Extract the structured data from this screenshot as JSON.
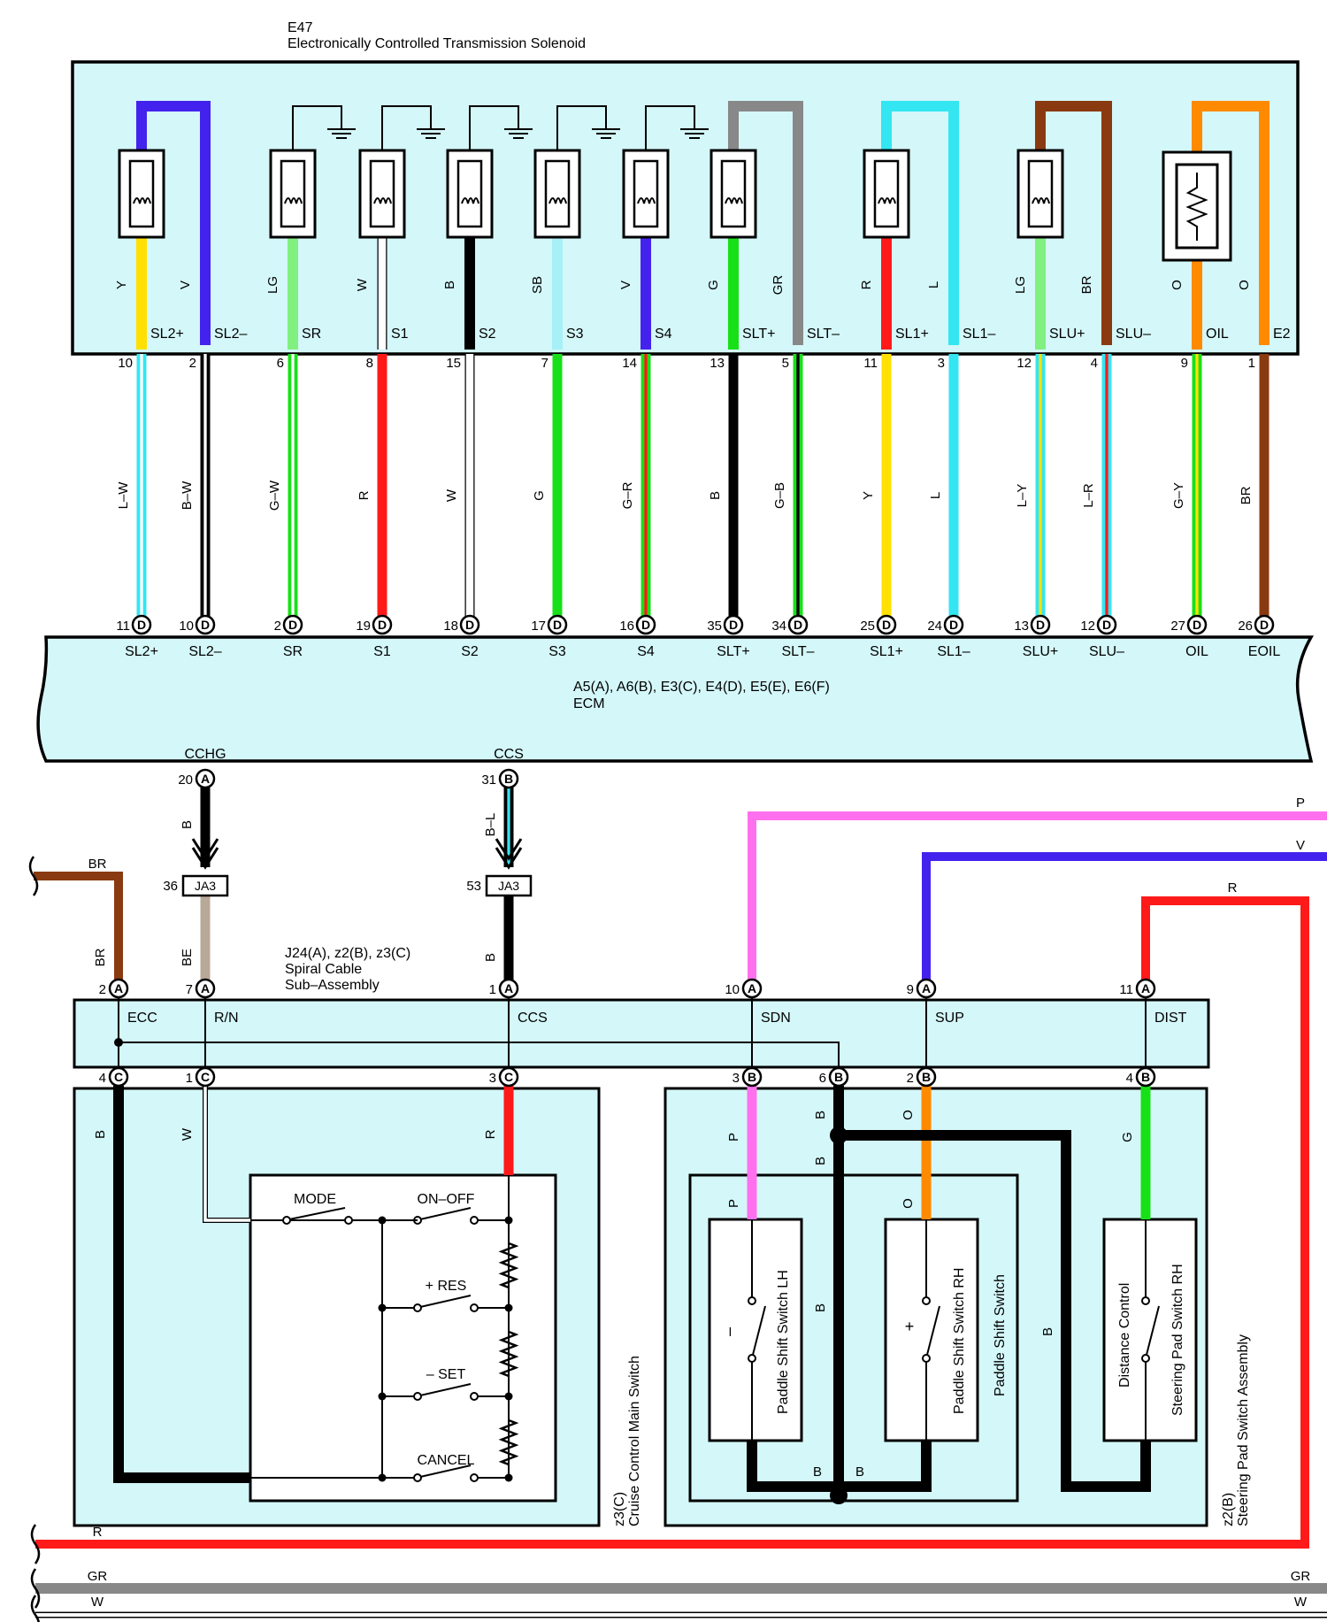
{
  "solenoid": {
    "code": "E47",
    "name": "Electronically Controlled Transmission Solenoid",
    "terminals": [
      {
        "name": "SL2+",
        "pin": "10",
        "inner_color": "Y",
        "wire": "L–W",
        "ecm_pin": "11",
        "ecm_conn": "D",
        "ecm_name": "SL2+"
      },
      {
        "name": "SL2–",
        "pin": "2",
        "inner_color": "V",
        "wire": "B–W",
        "ecm_pin": "10",
        "ecm_conn": "D",
        "ecm_name": "SL2–"
      },
      {
        "name": "SR",
        "pin": "6",
        "inner_color": "LG",
        "wire": "G–W",
        "ecm_pin": "2",
        "ecm_conn": "D",
        "ecm_name": "SR"
      },
      {
        "name": "S1",
        "pin": "8",
        "inner_color": "W",
        "wire": "R",
        "ecm_pin": "19",
        "ecm_conn": "D",
        "ecm_name": "S1"
      },
      {
        "name": "S2",
        "pin": "15",
        "inner_color": "B",
        "wire": "W",
        "ecm_pin": "18",
        "ecm_conn": "D",
        "ecm_name": "S2"
      },
      {
        "name": "S3",
        "pin": "7",
        "inner_color": "SB",
        "wire": "G",
        "ecm_pin": "17",
        "ecm_conn": "D",
        "ecm_name": "S3"
      },
      {
        "name": "S4",
        "pin": "14",
        "inner_color": "V",
        "wire": "G–R",
        "ecm_pin": "16",
        "ecm_conn": "D",
        "ecm_name": "S4"
      },
      {
        "name": "SLT+",
        "pin": "13",
        "inner_color": "G",
        "wire": "B",
        "ecm_pin": "35",
        "ecm_conn": "D",
        "ecm_name": "SLT+"
      },
      {
        "name": "SLT–",
        "pin": "5",
        "inner_color": "GR",
        "wire": "G–B",
        "ecm_pin": "34",
        "ecm_conn": "D",
        "ecm_name": "SLT–"
      },
      {
        "name": "SL1+",
        "pin": "11",
        "inner_color": "R",
        "wire": "Y",
        "ecm_pin": "25",
        "ecm_conn": "D",
        "ecm_name": "SL1+"
      },
      {
        "name": "SL1–",
        "pin": "3",
        "inner_color": "L",
        "wire": "L",
        "ecm_pin": "24",
        "ecm_conn": "D",
        "ecm_name": "SL1–"
      },
      {
        "name": "SLU+",
        "pin": "12",
        "inner_color": "LG",
        "wire": "L–Y",
        "ecm_pin": "13",
        "ecm_conn": "D",
        "ecm_name": "SLU+"
      },
      {
        "name": "SLU–",
        "pin": "4",
        "inner_color": "BR",
        "wire": "L–R",
        "ecm_pin": "12",
        "ecm_conn": "D",
        "ecm_name": "SLU–"
      },
      {
        "name": "OIL",
        "pin": "9",
        "inner_color": "O",
        "wire": "G–Y",
        "ecm_pin": "27",
        "ecm_conn": "D",
        "ecm_name": "OIL"
      },
      {
        "name": "E2",
        "pin": "1",
        "inner_color": "O",
        "wire": "BR",
        "ecm_pin": "26",
        "ecm_conn": "D",
        "ecm_name": "EOIL"
      }
    ]
  },
  "ecm": {
    "connectors": "A5(A), A6(B), E3(C), E4(D), E5(E), E6(F)",
    "name": "ECM",
    "cchg": {
      "label": "CCHG",
      "pin": "20",
      "conn": "A",
      "wire": "B"
    },
    "ccs": {
      "label": "CCS",
      "pin": "31",
      "conn": "B",
      "wire": "B–L"
    }
  },
  "junction": {
    "label": "JA3",
    "pin_left": "36",
    "pin_right": "53"
  },
  "spiral": {
    "connectors": "J24(A), z2(B), z3(C)",
    "name_line1": "Spiral Cable",
    "name_line2": "Sub–Assembly",
    "top_terminals": [
      {
        "name": "ECC",
        "pin": "2",
        "conn": "A",
        "wire": "BR"
      },
      {
        "name": "R/N",
        "pin": "7",
        "conn": "A",
        "wire": "BE"
      },
      {
        "name": "CCS",
        "pin": "1",
        "conn": "A",
        "wire": "B"
      },
      {
        "name": "SDN",
        "pin": "10",
        "conn": "A",
        "wire": "P"
      },
      {
        "name": "SUP",
        "pin": "9",
        "conn": "A",
        "wire": "V"
      },
      {
        "name": "DIST",
        "pin": "11",
        "conn": "A",
        "wire": "R"
      }
    ],
    "bottom_terminals": [
      {
        "pin": "4",
        "conn": "C",
        "wire": "B"
      },
      {
        "pin": "1",
        "conn": "C",
        "wire": "W"
      },
      {
        "pin": "3",
        "conn": "C",
        "wire": "R"
      },
      {
        "pin": "3",
        "conn": "B",
        "wire": "P"
      },
      {
        "pin": "6",
        "conn": "B",
        "wire": "B"
      },
      {
        "pin": "2",
        "conn": "B",
        "wire": "O"
      },
      {
        "pin": "4",
        "conn": "B",
        "wire": "G"
      }
    ]
  },
  "cruise_switch": {
    "code": "z3(C)",
    "name": "Cruise Control Main Switch",
    "switches": [
      "MODE",
      "ON–OFF",
      "+ RES",
      "– SET",
      "CANCEL"
    ]
  },
  "steering_pad": {
    "code": "z2(B)",
    "name": "Steering Pad Switch Assembly",
    "paddle_group": "Paddle Shift Switch",
    "lh_name": "Paddle Shift Switch LH",
    "lh_sign": "–",
    "rh_name": "Paddle Shift Switch RH",
    "rh_sign": "+",
    "dist_line1": "Distance Control",
    "dist_line2": "Steering Pad Switch RH",
    "wire_labels": [
      "P",
      "O",
      "B",
      "B",
      "B",
      "B",
      "B",
      "B"
    ]
  },
  "offpage": {
    "p": "P",
    "v": "V",
    "r_top": "R",
    "br": "BR",
    "r_bottom": "R",
    "gr_left": "GR",
    "gr_right": "GR",
    "w_left": "W",
    "w_right": "W"
  },
  "colors": {
    "panel": "#d4f7f9",
    "L": "#33e6f2",
    "B": "#000000",
    "G": "#18e018",
    "LG": "#80f080",
    "R": "#ff1a1a",
    "Y": "#ffe000",
    "V": "#4422ee",
    "BR": "#8a3a10",
    "O": "#ff8a00",
    "GR": "#888888",
    "P": "#ff70ee",
    "SB": "#a8f0f8",
    "W": "#ffffff",
    "BE": "#b8a898"
  }
}
